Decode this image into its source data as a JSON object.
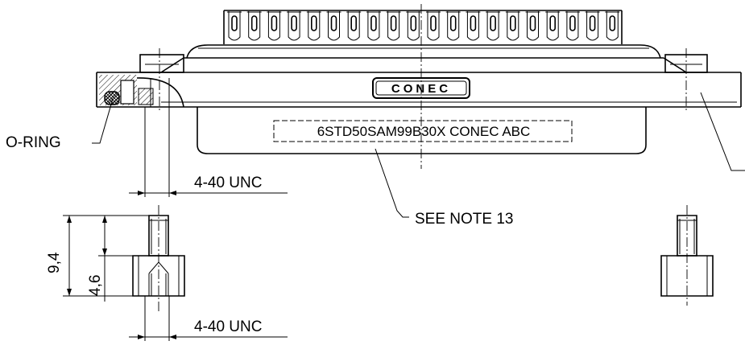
{
  "labels": {
    "o_ring": "O-RING",
    "thread_top": "4-40 UNC",
    "thread_bottom": "4-40 UNC",
    "see_note": "SEE NOTE 13",
    "marking": "6STD50SAM99B30X  CONEC  ABC",
    "logo_text": "CONEC",
    "dim_overall": "9,4",
    "dim_hex": "4,6"
  },
  "colors": {
    "ink": "#000000",
    "background": "#ffffff",
    "hatch": "#000000"
  },
  "icons": {
    "logo": "conec-logo"
  }
}
